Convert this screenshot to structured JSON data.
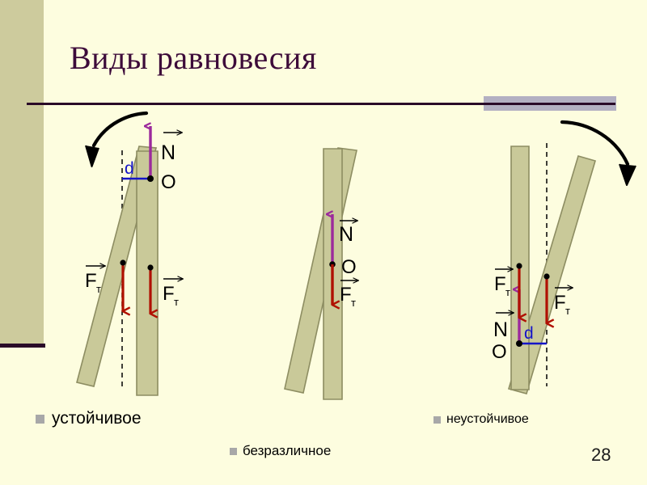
{
  "slide": {
    "title": "Виды равновесия",
    "page_number": "28",
    "background_color": "#fdfddf",
    "sidebar_color": "#cdcb9d",
    "title_color": "#3d0b3a",
    "rule_color": "#2a0a28",
    "accent_bar_color": "#b3b0c2"
  },
  "colors": {
    "bar_fill": "#c9c999",
    "bar_stroke": "#8d8d62",
    "normal_force": "#9c2a9c",
    "gravity_force": "#b01000",
    "distance_marker": "#1414c8",
    "pivot_point": "#000000",
    "rotation_arrow": "#000000",
    "plumb_line": "#000000"
  },
  "diagrams": [
    {
      "id": "stable",
      "caption": "устойчивое",
      "rotation_arrow_direction": "counter-clockwise",
      "labels": {
        "normal": "N",
        "pivot": "O",
        "distance": "d",
        "gravity_left": "F",
        "gravity_left_sub": "т",
        "gravity_right": "F",
        "gravity_right_sub": "т"
      }
    },
    {
      "id": "neutral",
      "caption": "безразличное",
      "rotation_arrow_direction": "none",
      "labels": {
        "normal": "N",
        "pivot": "O",
        "gravity": "F",
        "gravity_sub": "т"
      }
    },
    {
      "id": "unstable",
      "caption": "неустойчивое",
      "rotation_arrow_direction": "clockwise",
      "labels": {
        "normal": "N",
        "pivot": "O",
        "distance": "d",
        "gravity_left": "F",
        "gravity_left_sub": "т",
        "gravity_right": "F",
        "gravity_right_sub": "т"
      }
    }
  ]
}
